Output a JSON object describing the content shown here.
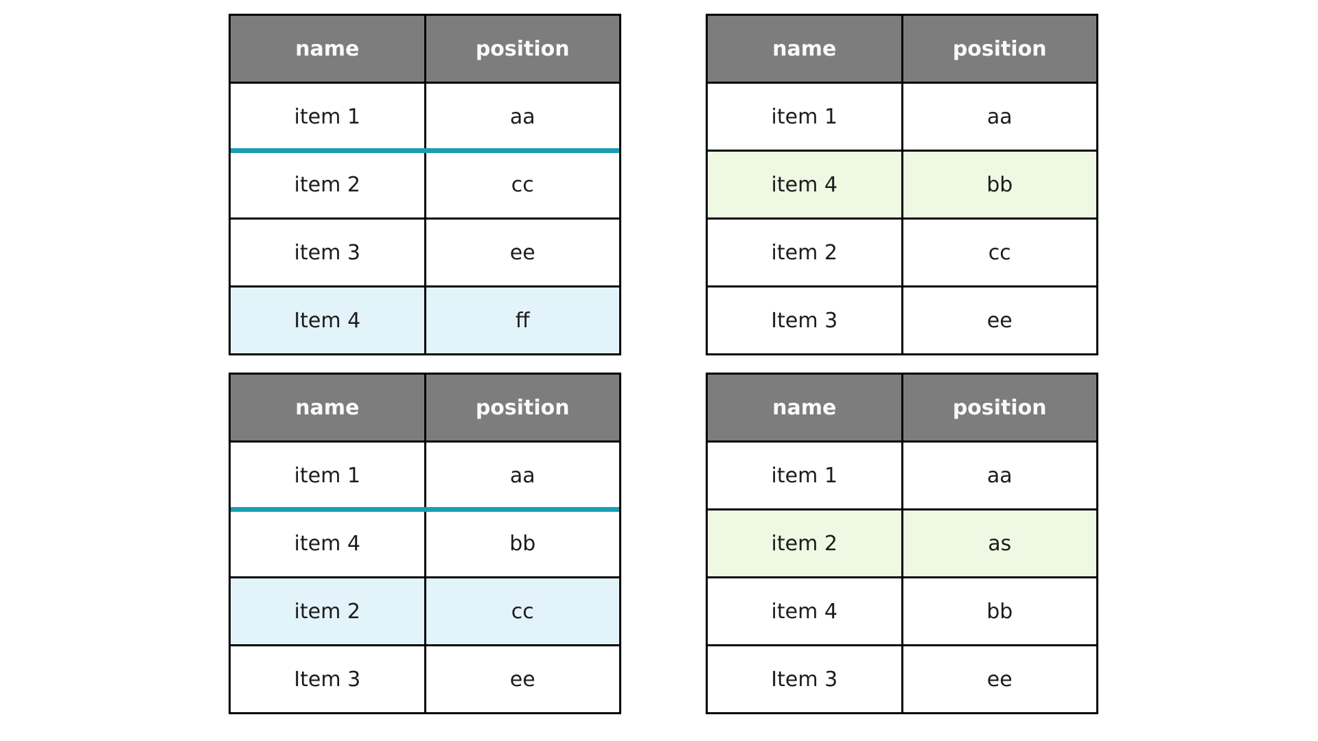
{
  "page": {
    "background": "#ffffff",
    "description_colors": {
      "header_bg": "#7d7d7d",
      "header_text": "#fafafa",
      "border": "#000000",
      "cell_text": "#1c1c1c",
      "insert_line_teal": "#1a9eb2",
      "highlight_blue": "#e2f3f9",
      "highlight_green": "#eff8e3"
    }
  },
  "tables": [
    {
      "id": "top-left",
      "headers": [
        "name",
        "position"
      ],
      "rows": [
        {
          "name": "item 1",
          "position": "aa",
          "highlight": null
        },
        {
          "name": "item 2",
          "position": "cc",
          "highlight": null
        },
        {
          "name": "item 3",
          "position": "ee",
          "highlight": null
        },
        {
          "name": "Item 4",
          "position": "ff",
          "highlight": "blue"
        }
      ],
      "insert_line_between_rows": [
        1,
        2
      ]
    },
    {
      "id": "top-right",
      "headers": [
        "name",
        "position"
      ],
      "rows": [
        {
          "name": "item 1",
          "position": "aa",
          "highlight": null
        },
        {
          "name": "item 4",
          "position": "bb",
          "highlight": "green"
        },
        {
          "name": "item 2",
          "position": "cc",
          "highlight": null
        },
        {
          "name": "Item 3",
          "position": "ee",
          "highlight": null
        }
      ],
      "insert_line_between_rows": null
    },
    {
      "id": "bottom-left",
      "headers": [
        "name",
        "position"
      ],
      "rows": [
        {
          "name": "item 1",
          "position": "aa",
          "highlight": null
        },
        {
          "name": "item 4",
          "position": "bb",
          "highlight": null
        },
        {
          "name": "item 2",
          "position": "cc",
          "highlight": "blue"
        },
        {
          "name": "Item 3",
          "position": "ee",
          "highlight": null
        }
      ],
      "insert_line_between_rows": [
        1,
        2
      ]
    },
    {
      "id": "bottom-right",
      "headers": [
        "name",
        "position"
      ],
      "rows": [
        {
          "name": "item 1",
          "position": "aa",
          "highlight": null
        },
        {
          "name": "item 2",
          "position": "as",
          "highlight": "green"
        },
        {
          "name": "item 4",
          "position": "bb",
          "highlight": null
        },
        {
          "name": "Item 3",
          "position": "ee",
          "highlight": null
        }
      ],
      "insert_line_between_rows": null
    }
  ]
}
